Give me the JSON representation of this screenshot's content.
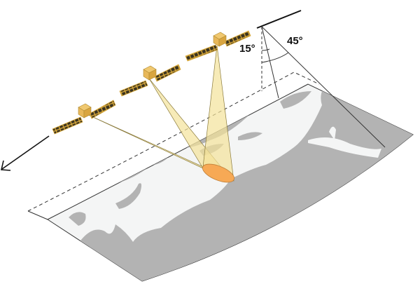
{
  "diagram": {
    "title": "Satellite constellation imaging swath over Earth surface",
    "angles": {
      "inner_label": "15°",
      "outer_label": "45°"
    },
    "satellites": [
      {
        "name": "satellite-1",
        "position": "left"
      },
      {
        "name": "satellite-2",
        "position": "middle"
      },
      {
        "name": "satellite-3",
        "position": "right"
      }
    ],
    "direction_arrow": "direction-of-travel",
    "colors": {
      "beam_fill": "#f3e39a",
      "beam_stroke": "#8a7a3a",
      "footprint": "#f7a955",
      "satellite_body": "#e8b85a",
      "solar_panel": "#3a3320",
      "solar_panel_frame": "#d9a93a",
      "land": "#b3b3b3",
      "sea": "#f4f5f5",
      "outline": "#333333"
    }
  }
}
